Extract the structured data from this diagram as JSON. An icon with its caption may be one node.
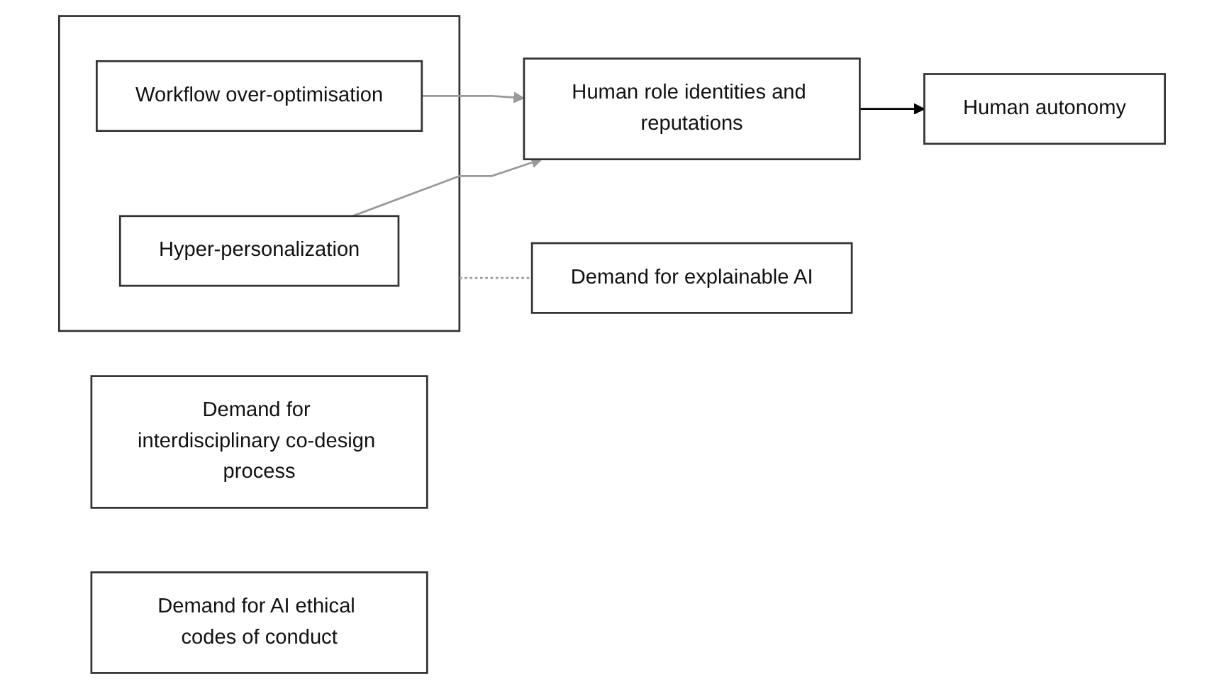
{
  "diagram": {
    "nodes": [
      {
        "text": [],
        "shape": "box"
      },
      {
        "text": [
          "Hyper-personalization"
        ],
        "in": 0
      },
      {
        "text": [
          "Workflow over-optimisation"
        ],
        "in": 0
      },
      {
        "text": [
          "Human role identities and reputations"
        ]
      },
      {
        "text": [
          "Human autonomy"
        ]
      },
      {
        "text": [
          "Demand for explainable AI"
        ]
      },
      {
        "text": [
          "Demand for interdisciplinary co-design process"
        ]
      },
      {
        "text": [
          "Demand for AI ethical codes of conduct"
        ]
      }
    ],
    "edges": [
      {
        "from": 1,
        "to": 3,
        "arrow": "to"
      },
      {
        "from": 2,
        "to": 3,
        "arrow": "to"
      },
      {
        "from": 3,
        "to": 4,
        "arrow": "to",
        "color": "#000000"
      },
      {
        "from": 0,
        "to": 5,
        "arrow": "none",
        "style": "dashed"
      }
    ]
  }
}
